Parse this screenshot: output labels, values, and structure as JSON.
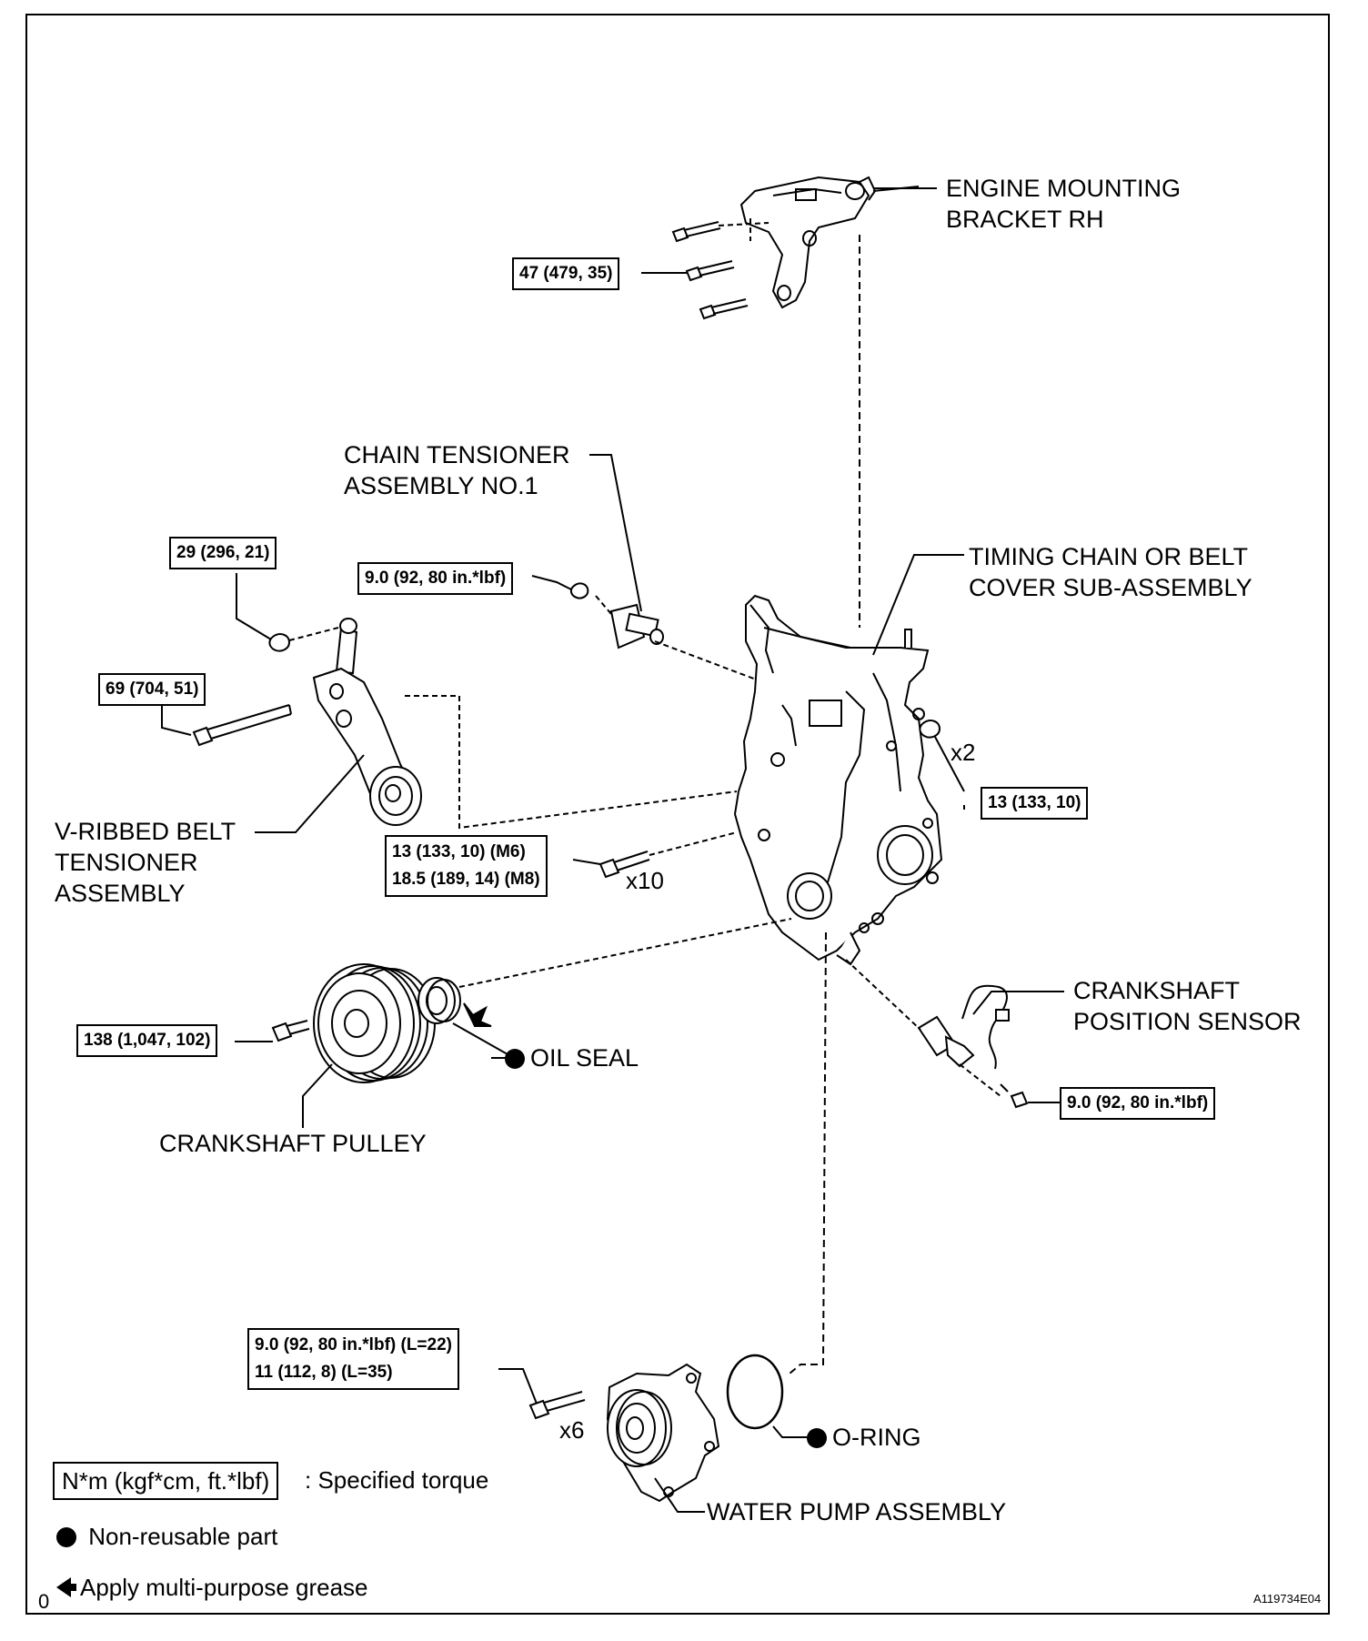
{
  "labels": {
    "engine_mounting_bracket": "ENGINE MOUNTING\nBRACKET RH",
    "chain_tensioner": "CHAIN TENSIONER\nASSEMBLY NO.1",
    "timing_chain_cover": "TIMING CHAIN OR BELT\nCOVER SUB-ASSEMBLY",
    "v_ribbed_belt_tensioner": "V-RIBBED BELT\nTENSIONER\nASSEMBLY",
    "crankshaft_position_sensor": "CRANKSHAFT\nPOSITION SENSOR",
    "oil_seal": "OIL SEAL",
    "crankshaft_pulley": "CRANKSHAFT PULLEY",
    "o_ring": "O-RING",
    "water_pump": "WATER PUMP ASSEMBLY"
  },
  "torques": {
    "bracket_bolts": "47 (479, 35)",
    "tensioner_nut": "29 (296, 21)",
    "chain_tensioner_nut": "9.0 (92, 80 in.*lbf)",
    "tensioner_bolt": "69 (704, 51)",
    "cover_nut": "13 (133, 10)",
    "cover_bolts_m6": "13 (133, 10) (M6)",
    "cover_bolts_m8": "18.5 (189, 14) (M8)",
    "pulley_bolt": "138 (1,047, 102)",
    "sensor_bolt": "9.0 (92, 80 in.*lbf)",
    "pump_bolts_l22": "9.0 (92, 80 in.*lbf) (L=22)",
    "pump_bolts_l35": "11 (112, 8) (L=35)"
  },
  "multipliers": {
    "cover_nuts": "x2",
    "cover_bolts": "x10",
    "pump_bolts": "x6"
  },
  "legend": {
    "torque_unit": "N*m (kgf*cm, ft.*lbf)",
    "torque_desc": ": Specified torque",
    "non_reusable": "Non-reusable part",
    "grease": "Apply multi-purpose grease"
  },
  "footer": {
    "page_mark": "0",
    "figure_id": "A119734E04"
  }
}
